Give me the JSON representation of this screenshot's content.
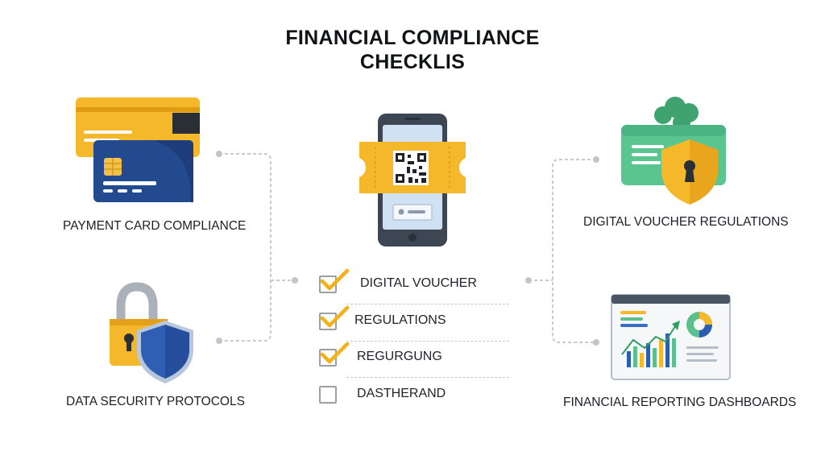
{
  "title": {
    "line1": "FINANCIAL COMPLIANCE",
    "line2": "CHECKLIS"
  },
  "nodes": {
    "payment_card": "PAYMENT CARD COMPLIANCE",
    "data_security": "DATA SECURITY PROTOCOLS",
    "digital_voucher": "DIGITAL VOUCHER REGULATIONS",
    "financial_reporting": "FINANCIAL REPORTING DASHBOARDS"
  },
  "checklist": [
    {
      "label": "DIGITAL VOUCHER",
      "checked": true
    },
    {
      "label": "REGULATIONS",
      "checked": true
    },
    {
      "label": "REGURGUNG",
      "checked": true
    },
    {
      "label": "DASTHERAND",
      "checked": false
    }
  ],
  "colors": {
    "check_yellow": "#f2b21b",
    "card_blue": "#23498f",
    "card_yellow": "#f5b82a",
    "shield_blue": "#2f5fb4",
    "voucher_green": "#4fbf8a",
    "connector_gray": "#c7cbd0"
  },
  "icons": {
    "payment_card": "credit-cards-icon",
    "data_security": "padlock-shield-icon",
    "digital_voucher": "phone-qr-voucher-icon",
    "voucher_regulations": "voucher-shield-keyhole-icon",
    "reporting": "dashboard-chart-icon"
  }
}
